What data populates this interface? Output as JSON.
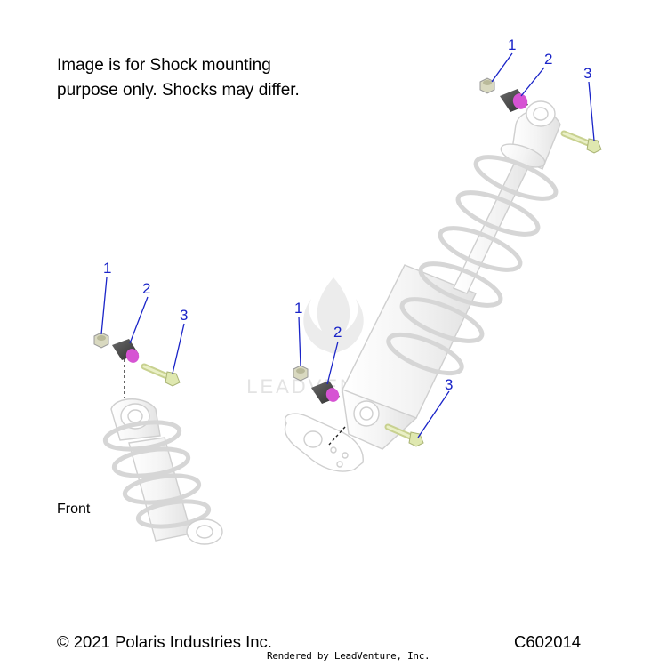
{
  "note": {
    "line1": "Image is for Shock mounting",
    "line2": "purpose only. Shocks may differ."
  },
  "front_label": "Front",
  "copyright": "© 2021 Polaris Industries Inc.",
  "diagram_code": "C602014",
  "rendered_by": "Rendered by LeadVenture, Inc.",
  "watermark_text": "LEADVENTURE",
  "callouts": {
    "rear_nut": "1",
    "rear_bushing": "2",
    "rear_bolt": "3",
    "front_nut": "1",
    "front_bushing": "2",
    "front_bolt": "3",
    "mid_nut": "1",
    "mid_bushing": "2",
    "mid_bolt": "3"
  },
  "colors": {
    "callout": "#1a24c8",
    "bushing_inner": "#d653d3",
    "bolt": "#dfe8b0",
    "watermark": "#e6e6e6"
  }
}
